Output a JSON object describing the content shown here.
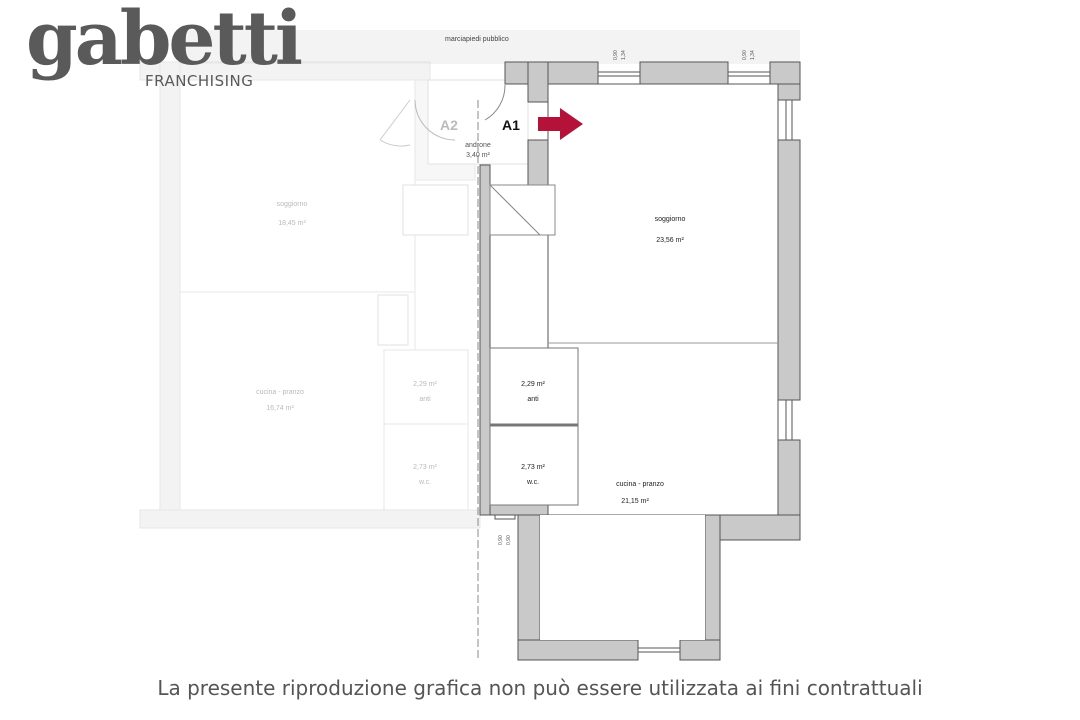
{
  "logo": {
    "word": "gabetti",
    "sub": "FRANCHISING"
  },
  "plan": {
    "street_label": "marciapiedi pubblico",
    "window_dims_top": [
      "0,90",
      "1,34"
    ],
    "window_dims_bottom": [
      "0,90",
      "0,90"
    ],
    "unit_labels": {
      "a1": "A1",
      "a2": "A2"
    },
    "entry_arrow_color": "#b5123a",
    "rooms_a1": {
      "androne": {
        "name": "androne",
        "area": "3,40 m²"
      },
      "soggiorno": {
        "name": "soggiorno",
        "area": "23,56 m²"
      },
      "cucina": {
        "name": "cucina - pranzo",
        "area": "21,15 m²"
      },
      "anti": {
        "name": "anti",
        "area": "2,29 m²"
      },
      "wc": {
        "name": "w.c.",
        "area": "2,73 m²"
      }
    },
    "rooms_a2": {
      "soggiorno": {
        "name": "soggiorno",
        "area": "18,45 m²"
      },
      "cucina": {
        "name": "cucina - pranzo",
        "area": "16,74 m²"
      },
      "anti": {
        "name": "anti",
        "area": "2,29 m²"
      },
      "wc": {
        "name": "w.c.",
        "area": "2,73 m²"
      }
    }
  },
  "footer": {
    "disclaimer": "La presente riproduzione grafica non può essere utilizzata ai fini contrattuali"
  }
}
